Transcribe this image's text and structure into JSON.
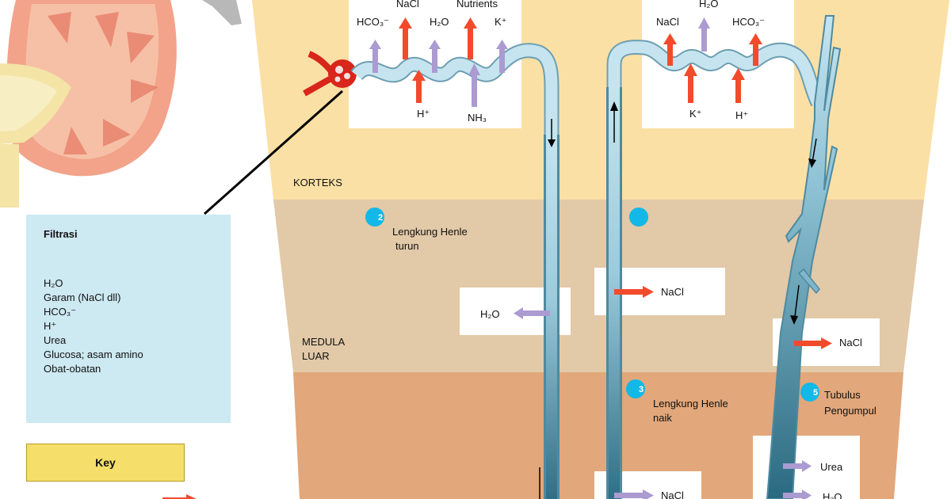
{
  "zones": {
    "cortex": "KORTEKS",
    "outer_medulla_line1": "MEDULA",
    "outer_medulla_line2": "LUAR"
  },
  "filtration": {
    "title": "Filtrasi",
    "items": [
      "H₂O",
      "Garam (NaCl dll)",
      "HCO₃⁻",
      "H⁺",
      "Urea",
      "Glucosa; asam amino",
      "Obat-obatan"
    ]
  },
  "key": {
    "label": "Key"
  },
  "proximal_tubule": {
    "out_labels": [
      "HCO₃⁻",
      "NaCl",
      "H₂O",
      "Nutrients",
      "K⁺"
    ],
    "in_labels": [
      "H⁺",
      "NH₃"
    ]
  },
  "distal_tubule": {
    "out_labels": [
      "NaCl",
      "H₂O",
      "HCO₃⁻"
    ],
    "in_labels": [
      "K⁺",
      "H⁺"
    ]
  },
  "descending_limb": {
    "step": "2",
    "label_line1": "Lengkung Henle",
    "label_line2": "turun",
    "transport": "H₂O"
  },
  "ascending_limb": {
    "step_top": "",
    "step": "3",
    "label_line1": "Lengkung Henle",
    "label_line2": "naik",
    "transport_upper": "NaCl",
    "transport_lower": "NaCl"
  },
  "collecting_duct": {
    "step": "5",
    "label_line1": "Tubulus",
    "label_line2": "Pengumpul",
    "transport_nacl": "NaCl",
    "transport_urea": "Urea",
    "transport_h2o": "H₂O"
  },
  "colors": {
    "cortex": "#fbe0a5",
    "outer_medulla": "#e2c9a8",
    "inner_medulla": "#e2a77a",
    "tubule_light": "#c6e4ef",
    "tubule_dark": "#3f7e94",
    "active_arrow": "#f24b2c",
    "passive_arrow": "#ab9bd1",
    "step_circle": "#12b8e8",
    "filtration_box": "#cde9f2",
    "key_box": "#f5df6a"
  }
}
